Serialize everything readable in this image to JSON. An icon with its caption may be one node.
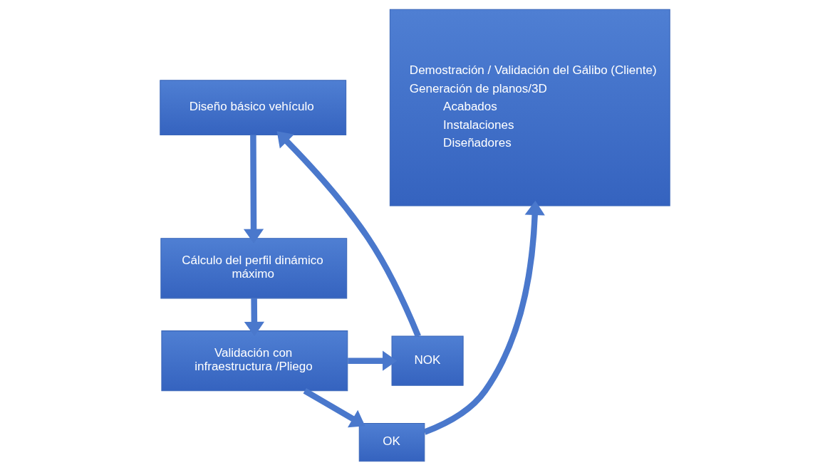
{
  "diagram": {
    "nodes": [
      {
        "text": [
          "Diseño básico vehículo"
        ]
      },
      {
        "text": [
          "Cálculo del perfil dinámico máximo"
        ]
      },
      {
        "text": [
          "Validación con infraestructura /Pliego"
        ]
      },
      {
        "text": [
          "NOK"
        ]
      },
      {
        "text": [
          "OK"
        ]
      },
      {
        "text": [
          "Demostración / Validación del Gálibo (Cliente)",
          "Generación de planos/3D",
          "Acabados",
          "Instalaciones",
          "Diseñadores"
        ]
      }
    ],
    "edges": [
      {
        "from": 0,
        "to": 1,
        "arrow": "to"
      },
      {
        "from": 1,
        "to": 2,
        "arrow": "to"
      },
      {
        "from": 2,
        "to": 3,
        "arrow": "to"
      },
      {
        "from": 3,
        "to": 0,
        "arrow": "to"
      },
      {
        "from": 2,
        "to": 4,
        "arrow": "to"
      },
      {
        "from": 4,
        "to": 5,
        "arrow": "to"
      }
    ]
  }
}
